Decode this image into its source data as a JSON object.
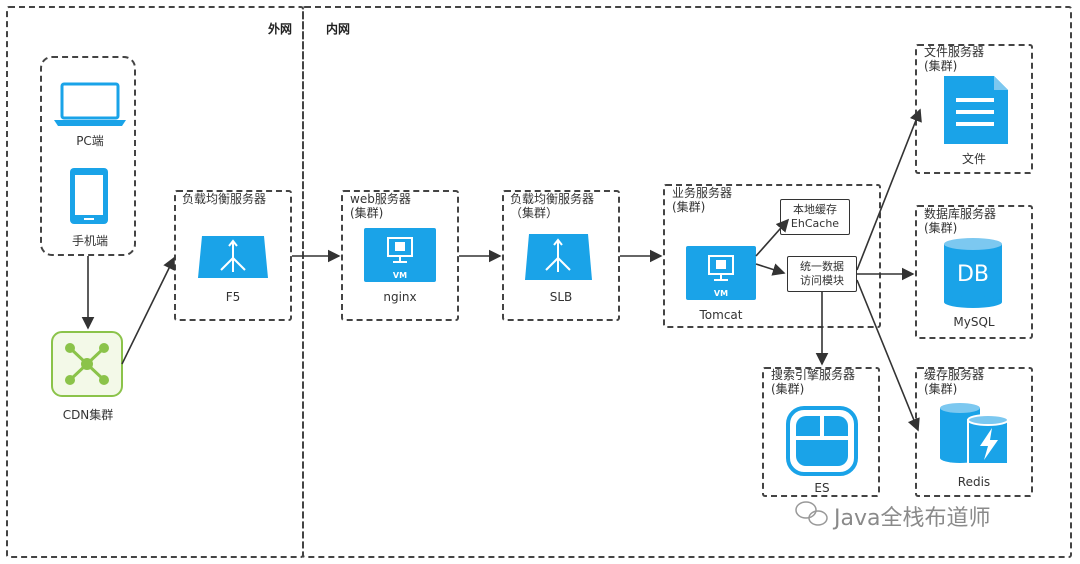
{
  "zones": {
    "outer": "外网",
    "inner": "内网"
  },
  "clients": {
    "pc": "PC端",
    "mobile": "手机端"
  },
  "cdn": {
    "label": "CDN集群"
  },
  "lb1": {
    "title": "负载均衡服务器",
    "node": "F5"
  },
  "web": {
    "title_1": "web服务器",
    "title_2": "(集群)",
    "node": "nginx",
    "vm_badge": "VM"
  },
  "lb2": {
    "title_1": "负载均衡服务器",
    "title_2": "（集群）",
    "node": "SLB"
  },
  "biz": {
    "title_1": "业务服务器",
    "title_2": "(集群)",
    "node": "Tomcat",
    "vm_badge": "VM"
  },
  "cache_local": {
    "line1": "本地缓存",
    "line2": "EhCache"
  },
  "dal": {
    "line1": "统一数据",
    "line2": "访问模块"
  },
  "file": {
    "title_1": "文件服务器",
    "title_2": "(集群)",
    "node": "文件"
  },
  "db": {
    "title_1": "数据库服务器",
    "title_2": "(集群)",
    "node": "MySQL",
    "icon_text": "DB"
  },
  "cache": {
    "title_1": "缓存服务器",
    "title_2": "(集群)",
    "node": "Redis"
  },
  "search": {
    "title_1": "搜索引擎服务器",
    "title_2": "(集群)",
    "node": "ES"
  },
  "watermark": "Java全栈布道师",
  "colors": {
    "blue": "#1aa3e8",
    "green": "#8bc34a",
    "line": "#333333"
  }
}
